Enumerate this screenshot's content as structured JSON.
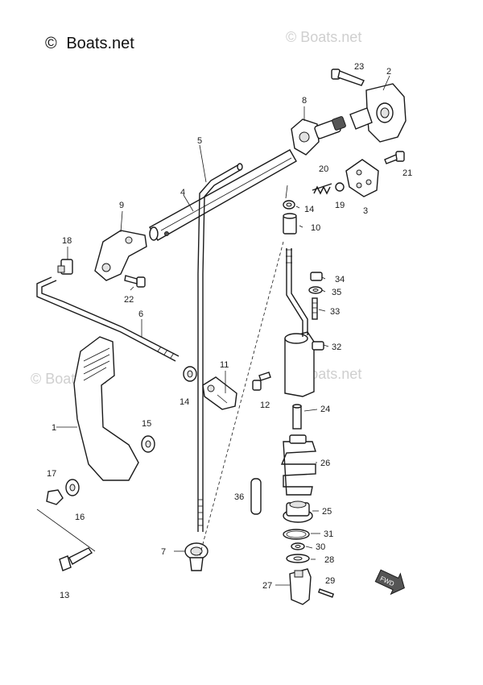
{
  "brand": {
    "copyright_symbol": "©",
    "name": "Boats.net"
  },
  "watermarks": [
    {
      "text": "© Boats.net"
    },
    {
      "text": "© Boats.net"
    },
    {
      "text": "© Boats.net"
    }
  ],
  "fwd_label": "FWD",
  "part_labels": [
    "1",
    "2",
    "3",
    "4",
    "5",
    "6",
    "7",
    "8",
    "9",
    "10",
    "11",
    "12",
    "13",
    "14",
    "14",
    "15",
    "16",
    "17",
    "18",
    "19",
    "20",
    "21",
    "22",
    "23",
    "24",
    "25",
    "26",
    "27",
    "28",
    "29",
    "30",
    "31",
    "32",
    "33",
    "34",
    "35",
    "36"
  ],
  "colors": {
    "ink": "#1a1a1a",
    "watermark": "#cfcfcf",
    "background": "#ffffff"
  }
}
